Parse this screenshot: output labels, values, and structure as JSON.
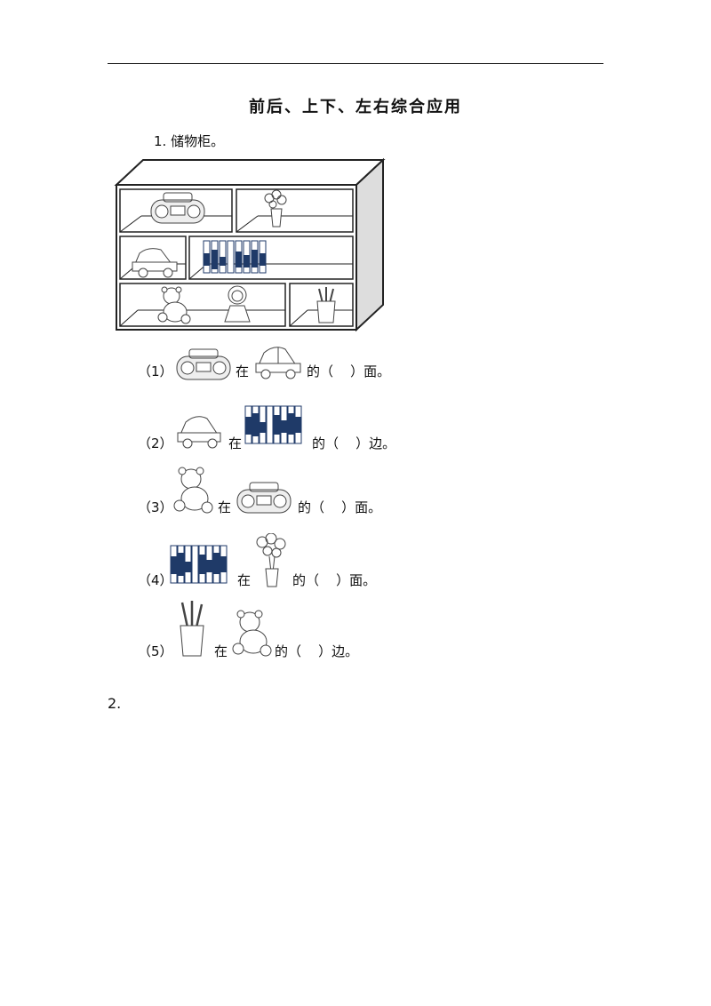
{
  "title": "前后、上下、左右综合应用",
  "q1": {
    "label": "1.  储物柜。"
  },
  "items": [
    {
      "num": "（1）",
      "mid": "在",
      "tail": "的（    ）面。"
    },
    {
      "num": "（2）",
      "mid": "在",
      "tail": "的（    ）边。"
    },
    {
      "num": "（3）",
      "mid": "在",
      "tail": "的（    ）面。"
    },
    {
      "num": "（4）",
      "mid": "在",
      "tail": "的（    ）面。"
    },
    {
      "num": "（5）",
      "mid": "在",
      "tail": "的（    ）边。"
    }
  ],
  "q2": {
    "label": "2."
  },
  "icons": [
    "radio-icon",
    "flower-vase-icon",
    "toy-car-icon",
    "books-icon",
    "teddy-bear-icon",
    "doll-icon",
    "pen-holder-icon"
  ]
}
